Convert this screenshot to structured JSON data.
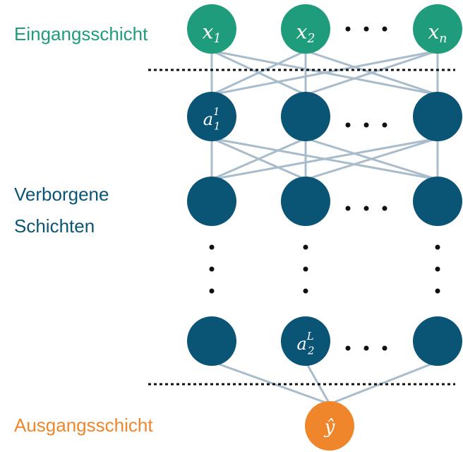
{
  "colors": {
    "input": "#1f9c7c",
    "hidden": "#0a5476",
    "output": "#f0862b",
    "edge": "#a8bccb",
    "dots": "#111111",
    "background": "#ffffff"
  },
  "labels": {
    "input_layer": "Eingangsschicht",
    "hidden_layers_line1": "Verborgene",
    "hidden_layers_line2": "Schichten",
    "output_layer": "Ausgangsschicht"
  },
  "nodes": {
    "input": [
      {
        "symbol": "x",
        "sub": "1",
        "sup": ""
      },
      {
        "symbol": "x",
        "sub": "2",
        "sup": ""
      },
      {
        "symbol": "x",
        "sub": "n",
        "sup": ""
      }
    ],
    "hidden_first": [
      {
        "symbol": "a",
        "sub": "1",
        "sup": "1"
      },
      {
        "symbol": "",
        "sub": "",
        "sup": ""
      },
      {
        "symbol": "",
        "sub": "",
        "sup": ""
      }
    ],
    "hidden_second": [
      {
        "symbol": "",
        "sub": "",
        "sup": ""
      },
      {
        "symbol": "",
        "sub": "",
        "sup": ""
      },
      {
        "symbol": "",
        "sub": "",
        "sup": ""
      }
    ],
    "hidden_last": [
      {
        "symbol": "",
        "sub": "",
        "sup": ""
      },
      {
        "symbol": "a",
        "sub": "2",
        "sup": "L"
      },
      {
        "symbol": "",
        "sub": "",
        "sup": ""
      }
    ],
    "output": [
      {
        "symbol": "ŷ",
        "sub": "",
        "sup": ""
      }
    ]
  }
}
